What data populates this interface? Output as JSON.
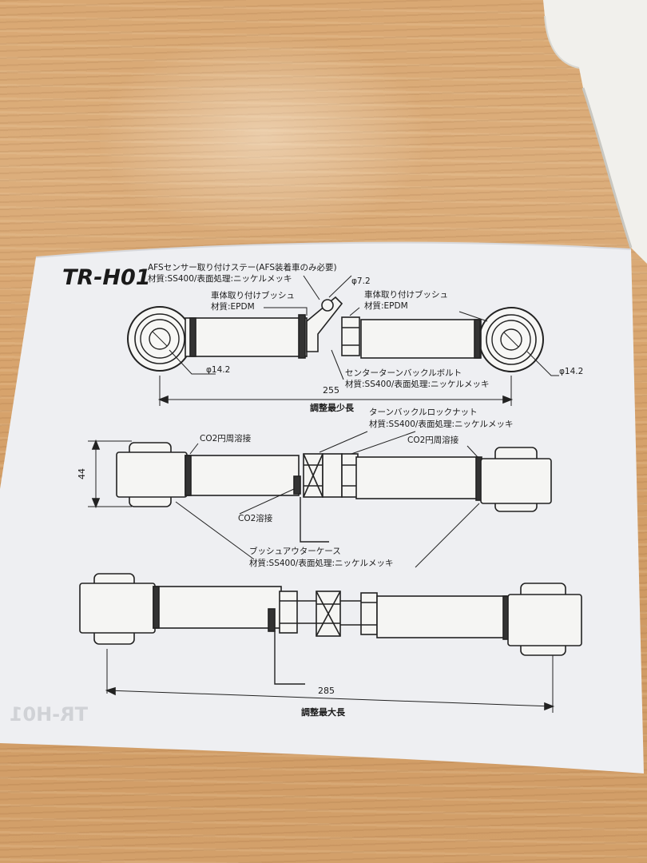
{
  "document": {
    "model": "TR-H01",
    "watermark": "TR-H01",
    "top_view": {
      "afs_stay": "AFSセンサー取り付けステー(AFS装着車のみ必要)",
      "afs_stay_material": "材質:SS400/表面処理:ニッケルメッキ",
      "phi_7_2": "φ7.2",
      "bush_left": "車体取り付けブッシュ",
      "bush_left_material": "材質:EPDM",
      "bush_right": "車体取り付けブッシュ",
      "bush_right_material": "材質:EPDM",
      "phi_left": "φ14.2",
      "phi_right": "φ14.2",
      "center_bolt": "センターターンバックルボルト",
      "center_bolt_material": "材質:SS400/表面処理:ニッケルメッキ",
      "length": "255",
      "length_label": "調整最少長"
    },
    "middle_view": {
      "lock_nut": "ターンバックルロックナット",
      "lock_nut_material": "材質:SS400/表面処理:ニッケルメッキ",
      "weld_left": "CO2円周溶接",
      "weld_right": "CO2円周溶接",
      "height": "44",
      "co2_weld": "CO2溶接",
      "outer_case": "ブッシュアウターケース",
      "outer_case_material": "材質:SS400/表面処理:ニッケルメッキ"
    },
    "bottom_view": {
      "length": "285",
      "length_label": "調整最大長"
    }
  }
}
